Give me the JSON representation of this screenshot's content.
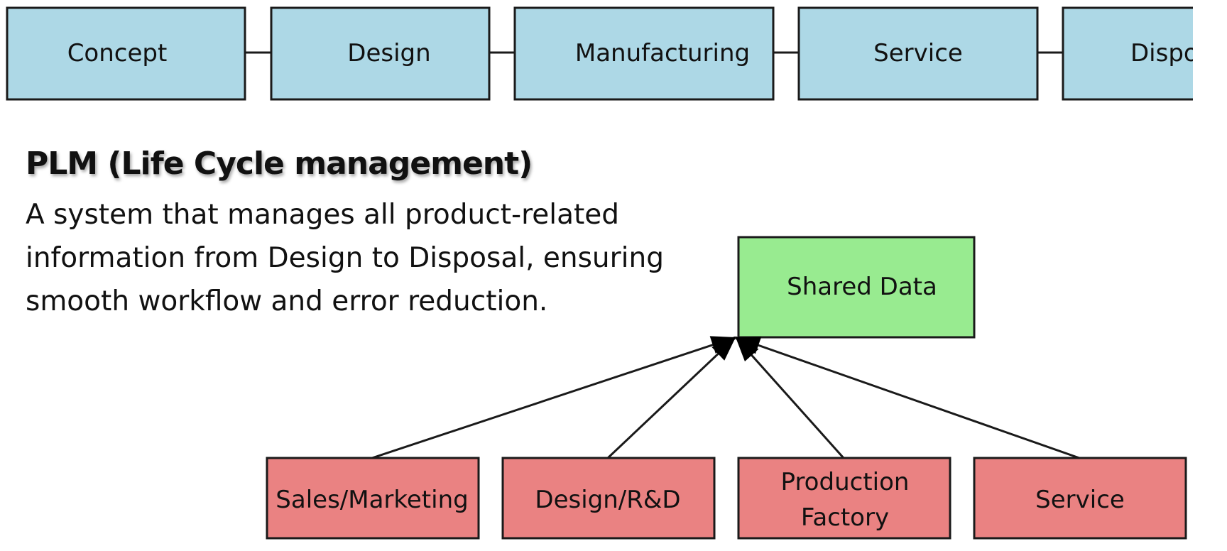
{
  "lifecycle": {
    "stages": [
      "Concept",
      "Design",
      "Manufacturing",
      "Service",
      "Disposal"
    ]
  },
  "plm": {
    "title": "PLM (Life Cycle management)",
    "description_lines": [
      "A system that manages all product-related",
      "information from Design to Disposal, ensuring",
      "smooth workflow and error reduction."
    ]
  },
  "hub": {
    "label": "Shared Data"
  },
  "departments": [
    {
      "lines": [
        "Sales/Marketing"
      ]
    },
    {
      "lines": [
        "Design/R&D"
      ]
    },
    {
      "lines": [
        "Production",
        "Factory"
      ]
    },
    {
      "lines": [
        "Service"
      ]
    }
  ],
  "colors": {
    "stage_fill": "#add8e6",
    "hub_fill": "#98eb90",
    "department_fill": "#ea8282",
    "outline": "#1a1a1a"
  }
}
